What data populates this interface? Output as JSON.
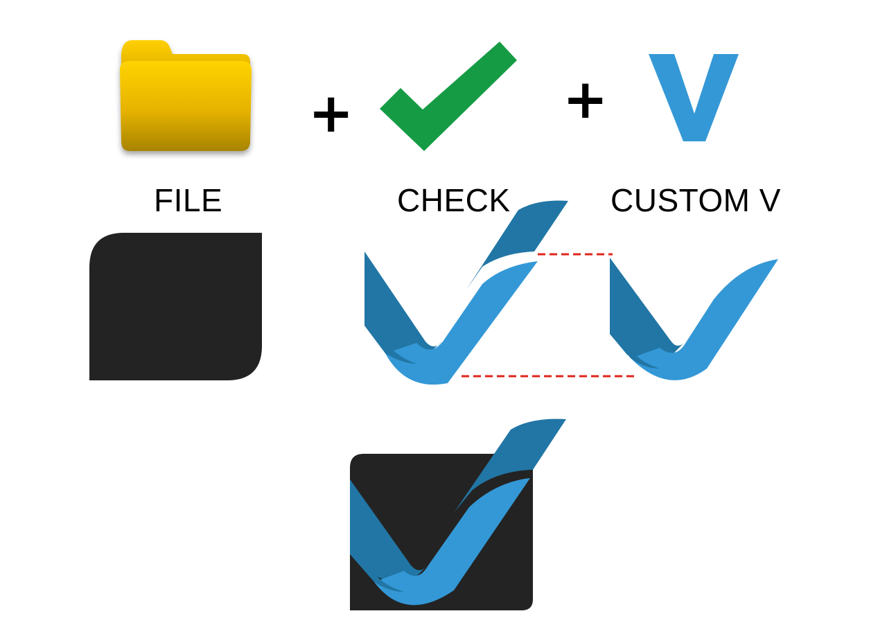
{
  "labels": {
    "file": "FILE",
    "check": "CHECK",
    "custom_v": "CUSTOM V"
  },
  "operators": {
    "plus_1": "+",
    "plus_2": "+"
  },
  "icons": {
    "folder": "folder-icon",
    "checkmark": "checkmark-icon",
    "custom_v_letter": "letter-v-icon",
    "tile": "rounded-tile-shape",
    "v_check": "v-checkmark-logo",
    "final_logo": "checked-file-logo"
  },
  "colors": {
    "folder_yellow": "#f5c400",
    "check_green": "#169b45",
    "v_blue_light": "#3498d6",
    "v_blue_dark": "#2176a5",
    "tile_dark": "#232323",
    "guide_red": "#e0251b"
  }
}
